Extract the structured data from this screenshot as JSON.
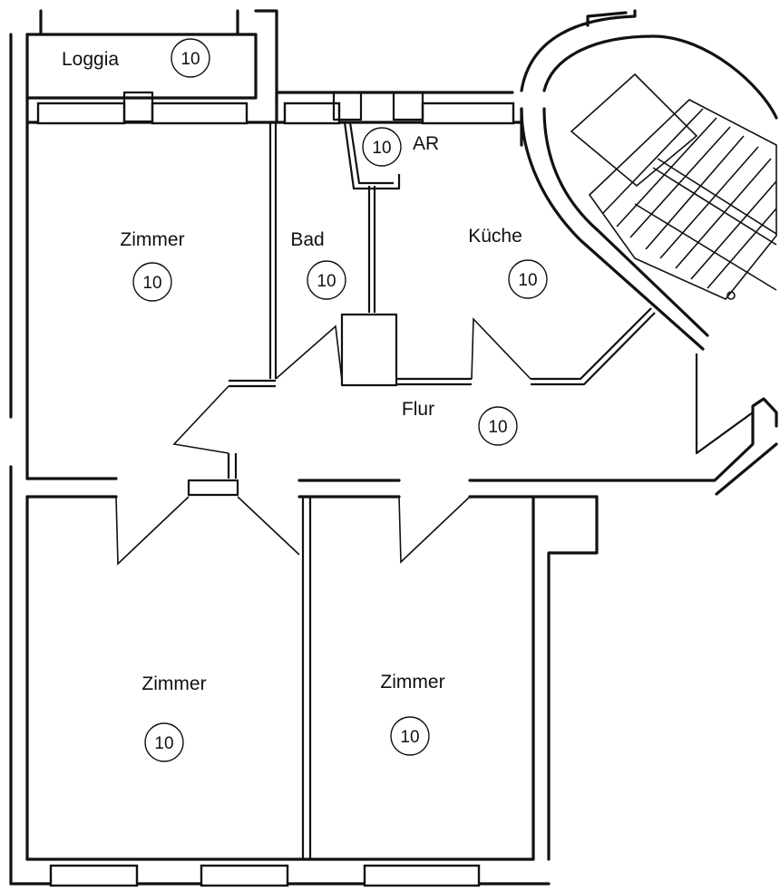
{
  "rooms": {
    "loggia": {
      "label": "Loggia",
      "badge": "10"
    },
    "bad": {
      "label": "Bad",
      "badge": "10"
    },
    "abstellraum": {
      "label": "AR",
      "badge": "10"
    },
    "kueche": {
      "label": "Küche",
      "badge": "10"
    },
    "zimmer_links_oben": {
      "label": "Zimmer",
      "badge": "10"
    },
    "flur": {
      "label": "Flur",
      "badge": "10"
    },
    "zimmer_links_unten": {
      "label": "Zimmer",
      "badge": "10"
    },
    "zimmer_mitte_unten": {
      "label": "Zimmer",
      "badge": "10"
    }
  }
}
